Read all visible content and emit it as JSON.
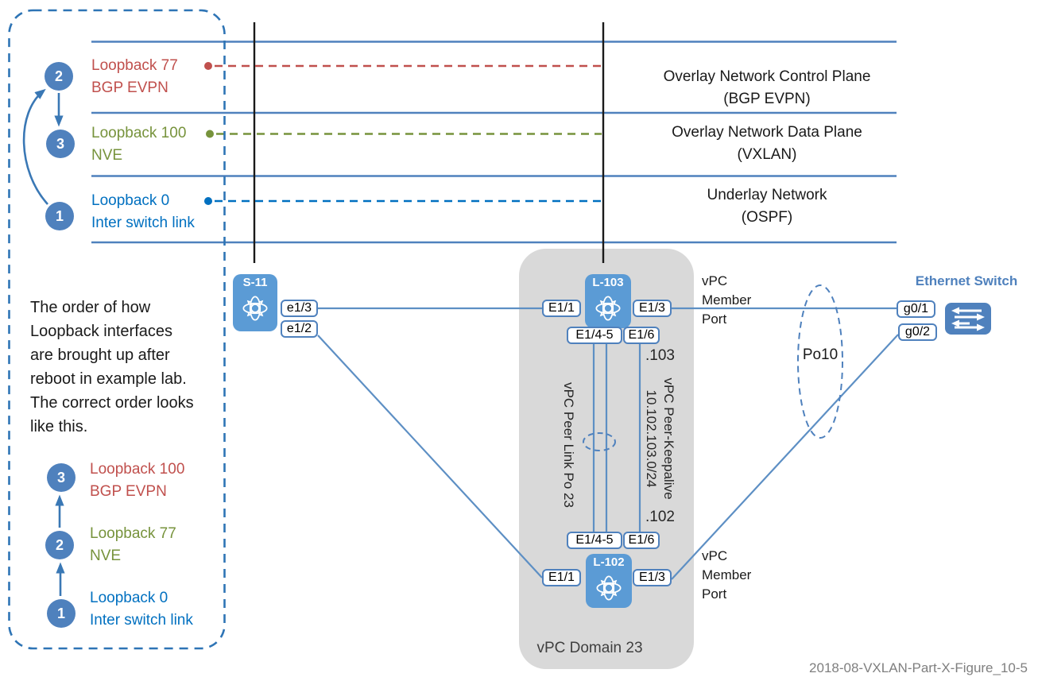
{
  "figure": {
    "caption": "2018-08-VXLAN-Part-X-Figure_10-5"
  },
  "colors": {
    "accent_blue": "#4F81BD",
    "node_fill": "#5B9BD5",
    "red": "#C0504D",
    "green": "#77933C",
    "blue_text": "#0070C0",
    "domain_fill": "#D9D9D9",
    "caption_gray": "#7F7F7F"
  },
  "boot_order_panel": {
    "note": "The order of how Loopback interfaces are brought up after reboot in example lab. The correct order looks like this.",
    "observed": [
      {
        "step": "2",
        "interface": "Loopback 77",
        "role": "BGP EVPN"
      },
      {
        "step": "3",
        "interface": "Loopback 100",
        "role": "NVE"
      },
      {
        "step": "1",
        "interface": "Loopback 0",
        "role": "Inter switch link"
      }
    ],
    "correct": [
      {
        "step": "3",
        "interface": "Loopback 100",
        "role": "BGP EVPN"
      },
      {
        "step": "2",
        "interface": "Loopback 77",
        "role": "NVE"
      },
      {
        "step": "1",
        "interface": "Loopback 0",
        "role": "Inter switch link"
      }
    ]
  },
  "planes": [
    {
      "title": "Overlay  Network Control Plane",
      "subtitle": "(BGP EVPN)"
    },
    {
      "title": "Overlay  Network Data Plane",
      "subtitle": "(VXLAN)"
    },
    {
      "title": "Underlay Network",
      "subtitle": "(OSPF)"
    }
  ],
  "topology": {
    "s11": {
      "name": "S-11",
      "ports": {
        "top": "e1/3",
        "bottom": "e1/2"
      }
    },
    "l103": {
      "name": "L-103",
      "ports": {
        "left": "E1/1",
        "right": "E1/3",
        "bottom_left": "E1/4-5",
        "bottom_right": "E1/6"
      },
      "keepalive_ip": ".103"
    },
    "l102": {
      "name": "L-102",
      "ports": {
        "left": "E1/1",
        "right": "E1/3",
        "top_left": "E1/4-5",
        "top_right": "E1/6"
      },
      "keepalive_ip": ".102"
    },
    "ethernet_switch": {
      "name": "Ethernet Switch",
      "ports": {
        "top": "g0/1",
        "bottom": "g0/2"
      }
    },
    "labels": {
      "peer_link": "vPC Peer Link  Po 23",
      "keepalive": "vPC Peer-Keepalive",
      "keepalive_subnet": "10.102.103.0/24",
      "member_port_top": "vPC Member Port",
      "member_port_bottom": "vPC Member Port",
      "port_channel": "Po10",
      "domain": "vPC Domain 23"
    }
  }
}
